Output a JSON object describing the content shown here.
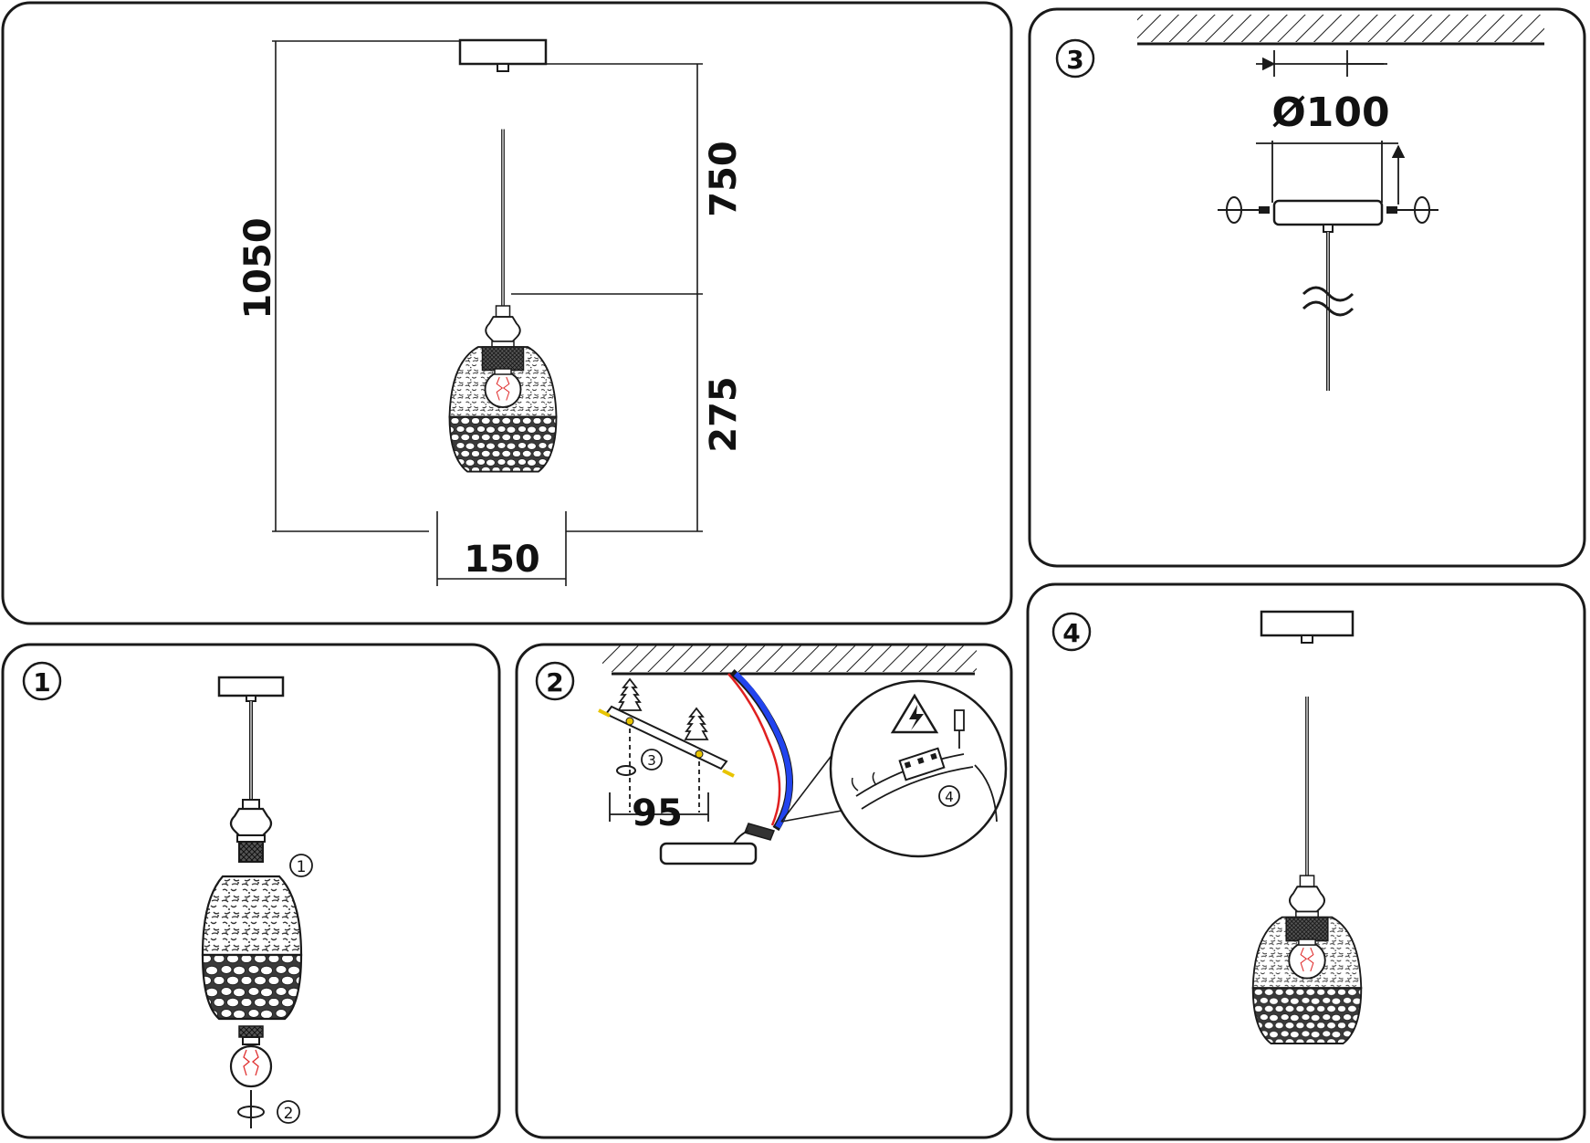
{
  "panels": {
    "main": {
      "dimensions": {
        "total_height": "1050",
        "cord_length": "750",
        "shade_height": "275",
        "shade_width": "150"
      }
    },
    "step1": {
      "number": "1",
      "callout_a": "1",
      "callout_b": "2"
    },
    "step2": {
      "number": "2",
      "bracket_spacing": "95",
      "callout_a": "3",
      "callout_b": "4"
    },
    "step3": {
      "number": "3",
      "canopy_diameter": "Ø100"
    },
    "step4": {
      "number": "4"
    }
  },
  "colors": {
    "line": "#1a1a1a",
    "wire_blue": "#2244ee",
    "wire_red": "#e02020",
    "filament": "#e03030",
    "bracket_yellow": "#e8c400"
  },
  "icons": [
    "warning-triangle-icon",
    "screwdriver-icon",
    "rotation-arrow-icon",
    "wall-plug-icon"
  ]
}
